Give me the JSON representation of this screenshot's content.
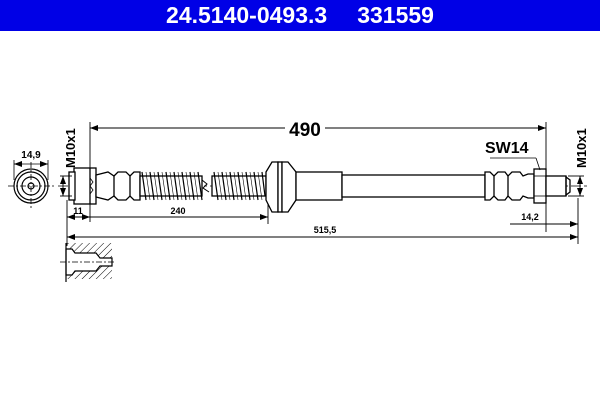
{
  "header": {
    "part_number": "24.5140-0493.3",
    "ref_number": "331559",
    "background_color": "#0000e6",
    "text_color": "#ffffff"
  },
  "drawing": {
    "type": "brake hose technical drawing",
    "dimensions": {
      "overall_length_label": "490",
      "total_length_label": "515,5",
      "left_fitting_length": "11",
      "spring_section_length": "240",
      "right_thread_length": "14,2",
      "end_view_diameter": "14,9"
    },
    "thread_labels": {
      "left": "M10x1",
      "right": "M10x1"
    },
    "wrench_size_label": "SW14"
  }
}
